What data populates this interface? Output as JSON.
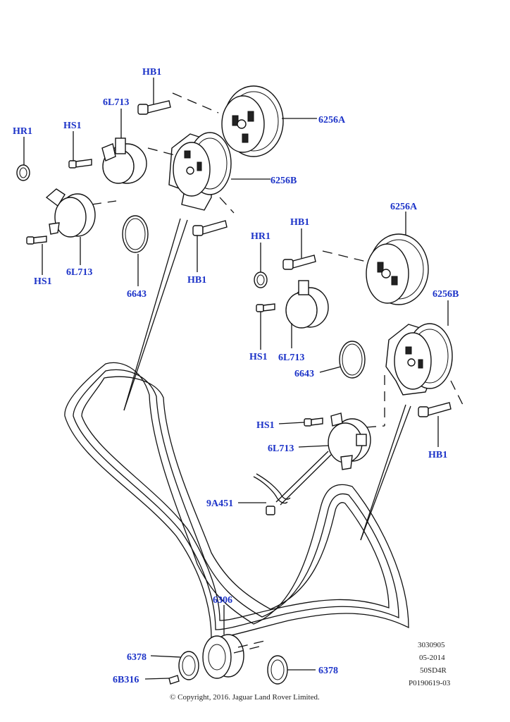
{
  "callouts": {
    "hb1_top": "HB1",
    "l6713_top": "6L713",
    "hr1_left": "HR1",
    "hs1_upper_left": "HS1",
    "p6256a_left": "6256A",
    "p6256b_left": "6256B",
    "hs1_lower_left": "HS1",
    "l6713_left": "6L713",
    "o6643_left": "6643",
    "hb1_mid_left": "HB1",
    "hr1_mid": "HR1",
    "hb1_mid": "HB1",
    "p6256a_right": "6256A",
    "p6256b_right": "6256B",
    "hs1_mid": "HS1",
    "l6713_mid": "6L713",
    "o6643_right": "6643",
    "hs1_lower_right": "HS1",
    "l6713_lower_right": "6L713",
    "hb1_right": "HB1",
    "s9a451": "9A451",
    "c6306": "6306",
    "w6378_left": "6378",
    "k6b316": "6B316",
    "w6378_right": "6378"
  },
  "reference": {
    "line1": "3030905",
    "line2": "05-2014",
    "line3": "50SD4R",
    "line4": "P0190619-03"
  },
  "copyright": "© Copyright, 2016. Jaguar Land Rover Limited."
}
